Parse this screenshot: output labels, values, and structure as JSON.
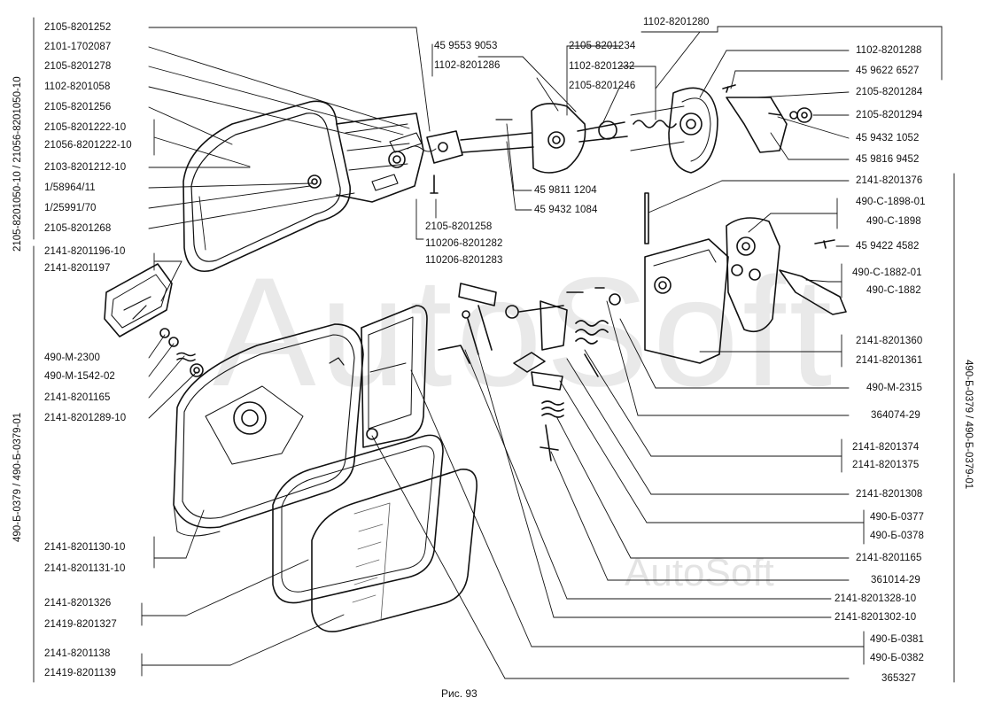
{
  "caption": "Рис. 93",
  "watermark": {
    "big": "AutoSoft",
    "small": "AutoSoft"
  },
  "side_labels": {
    "left_top": "2105-8201050-10 / 21056-8201050-10",
    "left_bottom": "490-Б-0379 / 490-Б-0379-01",
    "right": "490-Б-0379 / 490-Б-0379-01"
  },
  "left_labels": [
    "2105-8201252",
    "2101-1702087",
    "2105-8201278",
    "1102-8201058",
    "2105-8201256",
    "2105-8201222-10",
    "21056-8201222-10",
    "2103-8201212-10",
    "1/58964/11",
    "1/25991/70",
    "2105-8201268",
    "2141-8201196-10",
    "2141-8201197",
    "490-М-2300",
    "490-М-1542-02",
    "2141-8201165",
    "2141-8201289-10",
    "2141-8201130-10",
    "2141-8201131-10",
    "2141-8201326",
    "21419-8201327",
    "2141-8201138",
    "21419-8201139"
  ],
  "top_labels": [
    "1102-8201280",
    "45 9553 9053",
    "1102-8201286",
    "2105-8201234",
    "1102-8201232",
    "2105-8201246",
    "45 9811 1204",
    "45 9432 1084",
    "2105-8201258",
    "110206-8201282",
    "110206-8201283"
  ],
  "right_labels": [
    "1102-8201288",
    "45 9622 6527",
    "2105-8201284",
    "2105-8201294",
    "45 9432 1052",
    "45 9816 9452",
    "2141-8201376",
    "490-С-1898-01",
    "490-С-1898",
    "45 9422 4582",
    "490-С-1882-01",
    "490-С-1882",
    "2141-8201360",
    "2141-8201361",
    "490-М-2315",
    "364074-29",
    "2141-8201374",
    "2141-8201375",
    "2141-8201308",
    "490-Б-0377",
    "490-Б-0378",
    "2141-8201165",
    "361014-29",
    "2141-8201328-10",
    "2141-8201302-10",
    "490-Б-0381",
    "490-Б-0382",
    "365327"
  ]
}
